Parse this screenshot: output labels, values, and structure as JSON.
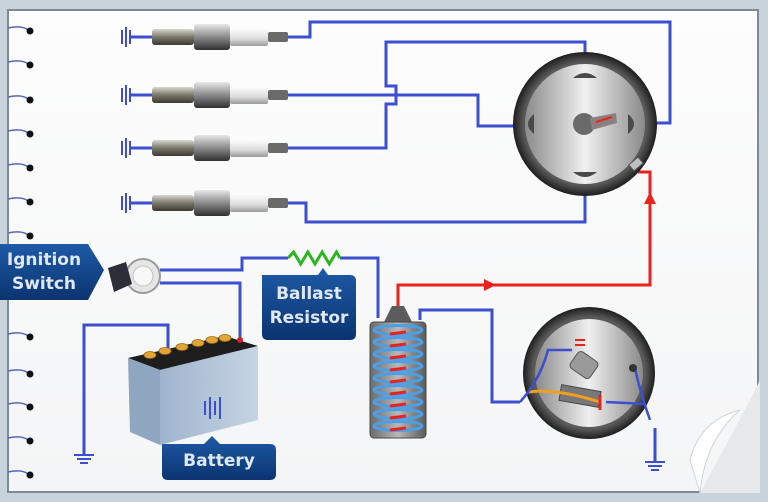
{
  "title": "Ignition System Wiring Diagram",
  "labels": {
    "ignition_switch": [
      "Ignition",
      "Switch"
    ],
    "ballast_resistor": [
      "Ballast",
      "Resistor"
    ],
    "battery": "Battery"
  },
  "components": {
    "spark_plugs": 4,
    "notebook_rings": 12,
    "distributor_cap_terminals": 4
  },
  "colors": {
    "wire_low_tension": "#3b4fd0",
    "wire_high_tension": "#e8231e",
    "resistor": "#2bb51f",
    "label_bg": "#0d3e7e",
    "label_text": "#dfe8f4",
    "paper": "#fafafa",
    "frame": "#7e8a96"
  }
}
